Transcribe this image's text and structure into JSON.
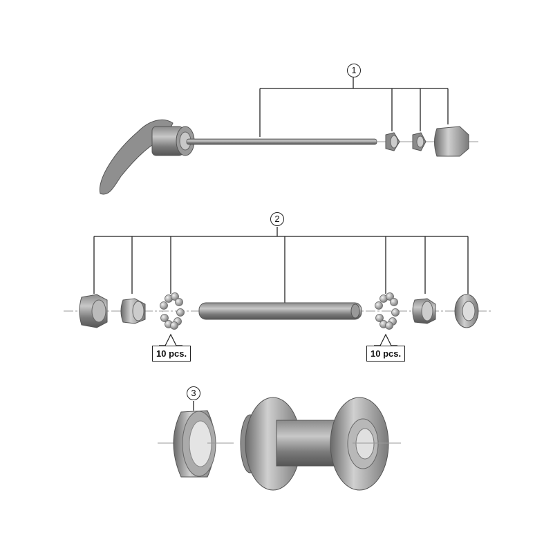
{
  "diagram": {
    "type": "exploded-parts-diagram",
    "subject": "front hub assembly",
    "groups": [
      {
        "callout": "1",
        "parts": [
          "quick-release skewer lever",
          "skewer rod",
          "spring",
          "spring",
          "adjusting nut"
        ]
      },
      {
        "callout": "2",
        "parts": [
          "lock nut",
          "cone",
          "ball bearings",
          "hub axle",
          "ball bearings",
          "cone",
          "lock nut"
        ]
      },
      {
        "callout": "3",
        "parts": [
          "dust cap"
        ]
      }
    ],
    "quantities": [
      {
        "label": "10 pcs.",
        "part": "ball bearings (left)"
      },
      {
        "label": "10 pcs.",
        "part": "ball bearings (right)"
      }
    ]
  },
  "colors": {
    "line": "#222222",
    "part_dark": "#6e6e6e",
    "part_mid": "#9a9a9a",
    "part_light": "#d6d6d6"
  }
}
